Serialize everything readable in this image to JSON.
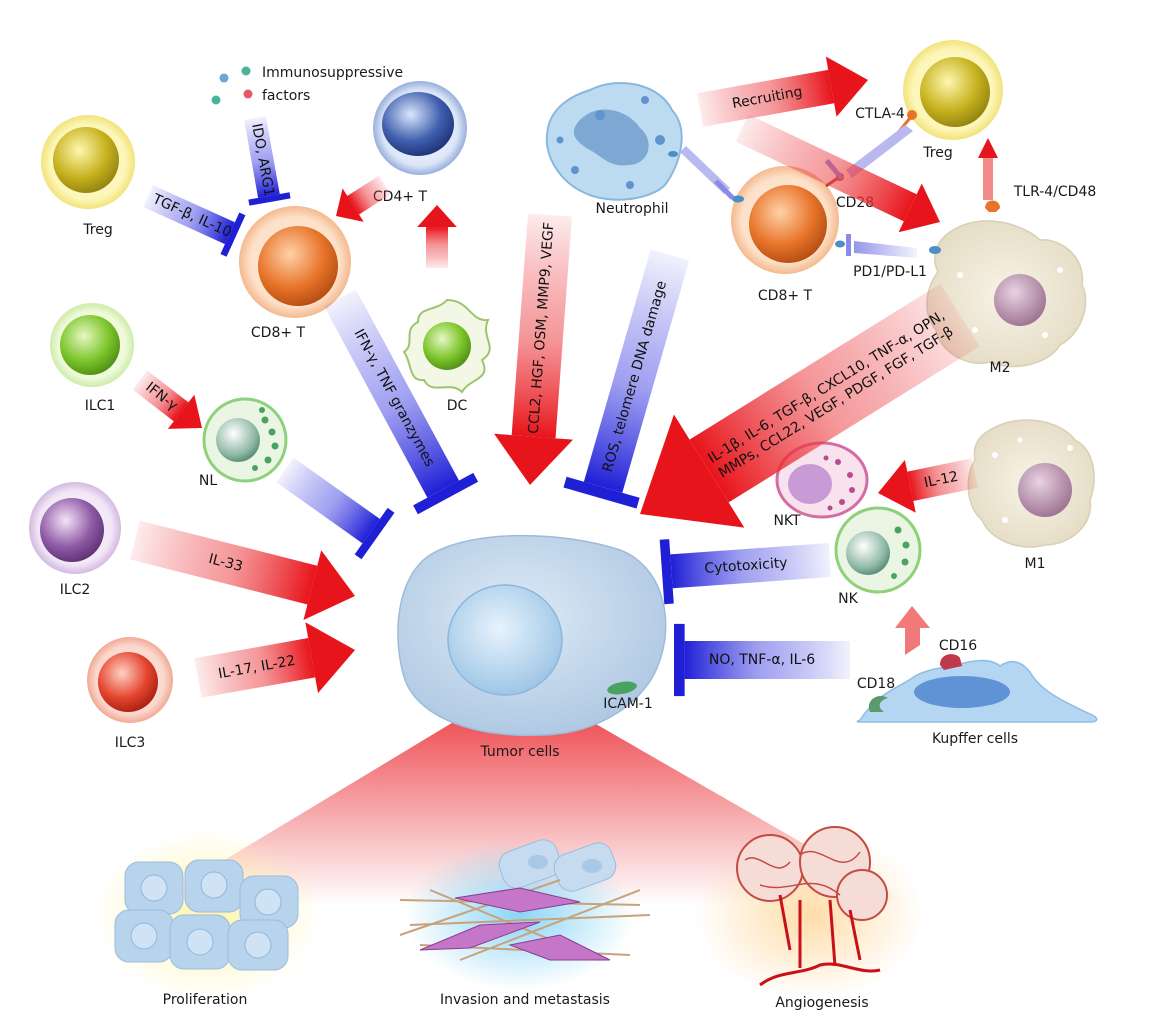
{
  "legend": {
    "line1": "Immunosuppressive",
    "line2": "factors"
  },
  "cells": {
    "treg_left": "Treg",
    "cd8_left": "CD8+ T",
    "cd4": "CD4+ T",
    "dc": "DC",
    "ilc1": "ILC1",
    "nl": "NL",
    "ilc2": "ILC2",
    "ilc3": "ILC3",
    "neutrophil": "Neutrophil",
    "treg_right": "Treg",
    "cd8_right": "CD8+ T",
    "m2": "M2",
    "m1": "M1",
    "nkt": "NKT",
    "nk": "NK",
    "kupffer": "Kupffer cells",
    "tumor": "Tumor cells"
  },
  "markers": {
    "ctla4": "CTLA-4",
    "cd28": "CD28",
    "tlr4": "TLR-4/CD48",
    "pd1": "PD1/PD-L1",
    "cd16": "CD16",
    "cd18": "CD18",
    "icam1": "ICAM-1"
  },
  "arrows": {
    "ido_arg1": "IDO, ARG1",
    "tgf_il10": "TGF-β, IL-10",
    "ifn_tnf_gzm": "IFN-γ, TNF granzymes",
    "ifn_gamma": "IFN-γ",
    "il33": "IL-33",
    "il17_il22": "IL-17, IL-22",
    "ccl2": "CCL2, HGF, OSM, MMP9, VEGF",
    "ros": "ROS, telomere DNA damage",
    "recruiting": "Recruiting",
    "m2_line1": "IL-1β, IL-6, TGF-β, CXCL10, TNF-α, OPN,",
    "m2_line2": "MMPs, CCL22, VEGF, PDGF, FGF, TGF-β",
    "il12": "IL-12",
    "cytotoxicity": "Cytotoxicity",
    "no_tnf_il6": "NO, TNF-α, IL-6"
  },
  "outcomes": {
    "proliferation": "Proliferation",
    "invasion": "Invasion and metastasis",
    "angiogenesis": "Angiogenesis"
  },
  "colors": {
    "stimulate_arrow": "#e8141b",
    "inhibit_arrow": "#1f1fd6",
    "tumor_cell": "#c9dbee",
    "treg": "#c6b21e",
    "cd8": "#e8742a"
  }
}
